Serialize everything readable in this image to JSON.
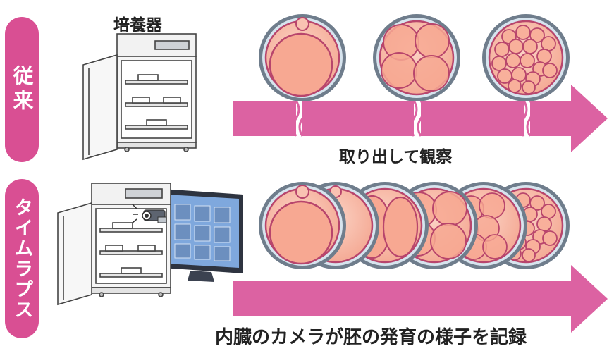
{
  "labels": {
    "conventional": "従来",
    "timelapse": "タイムラプス",
    "incubator": "培養器",
    "takeout_observe": "取り出して観察",
    "internal_camera_record": "内臓のカメラが胚の発育の様子を記録"
  },
  "colors": {
    "pill": "#d94f93",
    "arrow": "#dc62a2",
    "cell_fill": "#f7b29f",
    "cell_stroke": "#b8456c",
    "dish_ring": "#5a6878",
    "dish_inner": "#cfe0ea",
    "monitor_screen": "#7fa8dd"
  },
  "icons": [
    "incubator-icon",
    "camera-icon",
    "monitor-icon",
    "embryo-icon"
  ]
}
